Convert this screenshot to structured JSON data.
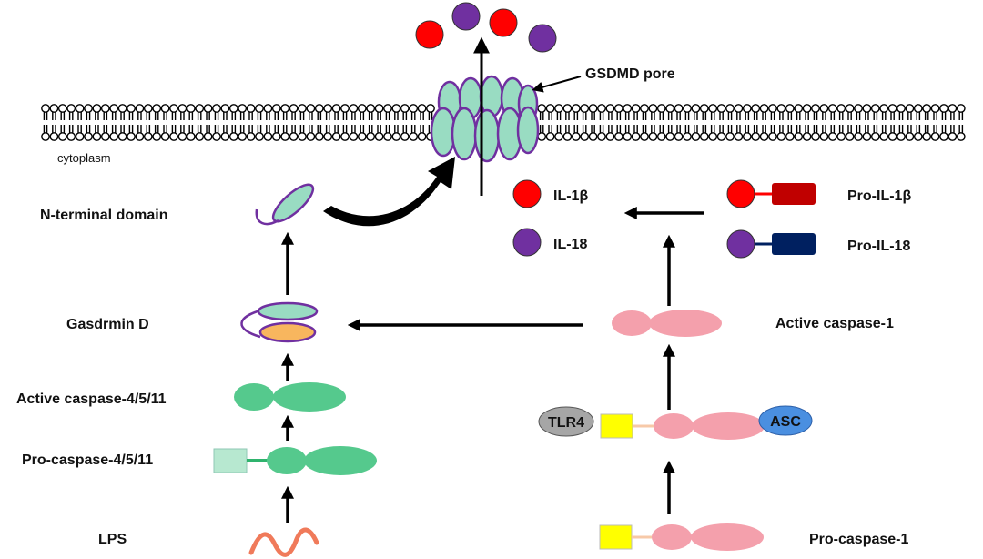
{
  "labels": {
    "cytoplasm": "cytoplasm",
    "gsdmd_pore": "GSDMD pore",
    "n_terminal": "N-terminal domain",
    "gasdermin_d": "Gasdrmin D",
    "active_caspase_4511": "Active caspase-4/5/11",
    "pro_caspase_4511": "Pro-caspase-4/5/11",
    "lps": "LPS",
    "il1b": "IL-1β",
    "il18": "IL-18",
    "pro_il1b": "Pro-IL-1β",
    "pro_il18": "Pro-IL-18",
    "active_caspase_1": "Active caspase-1",
    "tlr4": "TLR4",
    "asc": "ASC",
    "pro_caspase_1": "Pro-caspase-1"
  },
  "colors": {
    "il1b": "#ff0000",
    "il18": "#7030a0",
    "pro_il1b_tail": "#c00000",
    "pro_il18_tail": "#002060",
    "pore": "#99dcc2",
    "pore_outline": "#7030a0",
    "caspase_green": "#55c98d",
    "caspase_pink": "#f4a0ac",
    "gasdermin_lower": "#f8b65e",
    "tlr4": "#a6a6a6",
    "asc": "#4a8fe0",
    "cargo": "#ffff00",
    "lps": "#f07a5a"
  }
}
